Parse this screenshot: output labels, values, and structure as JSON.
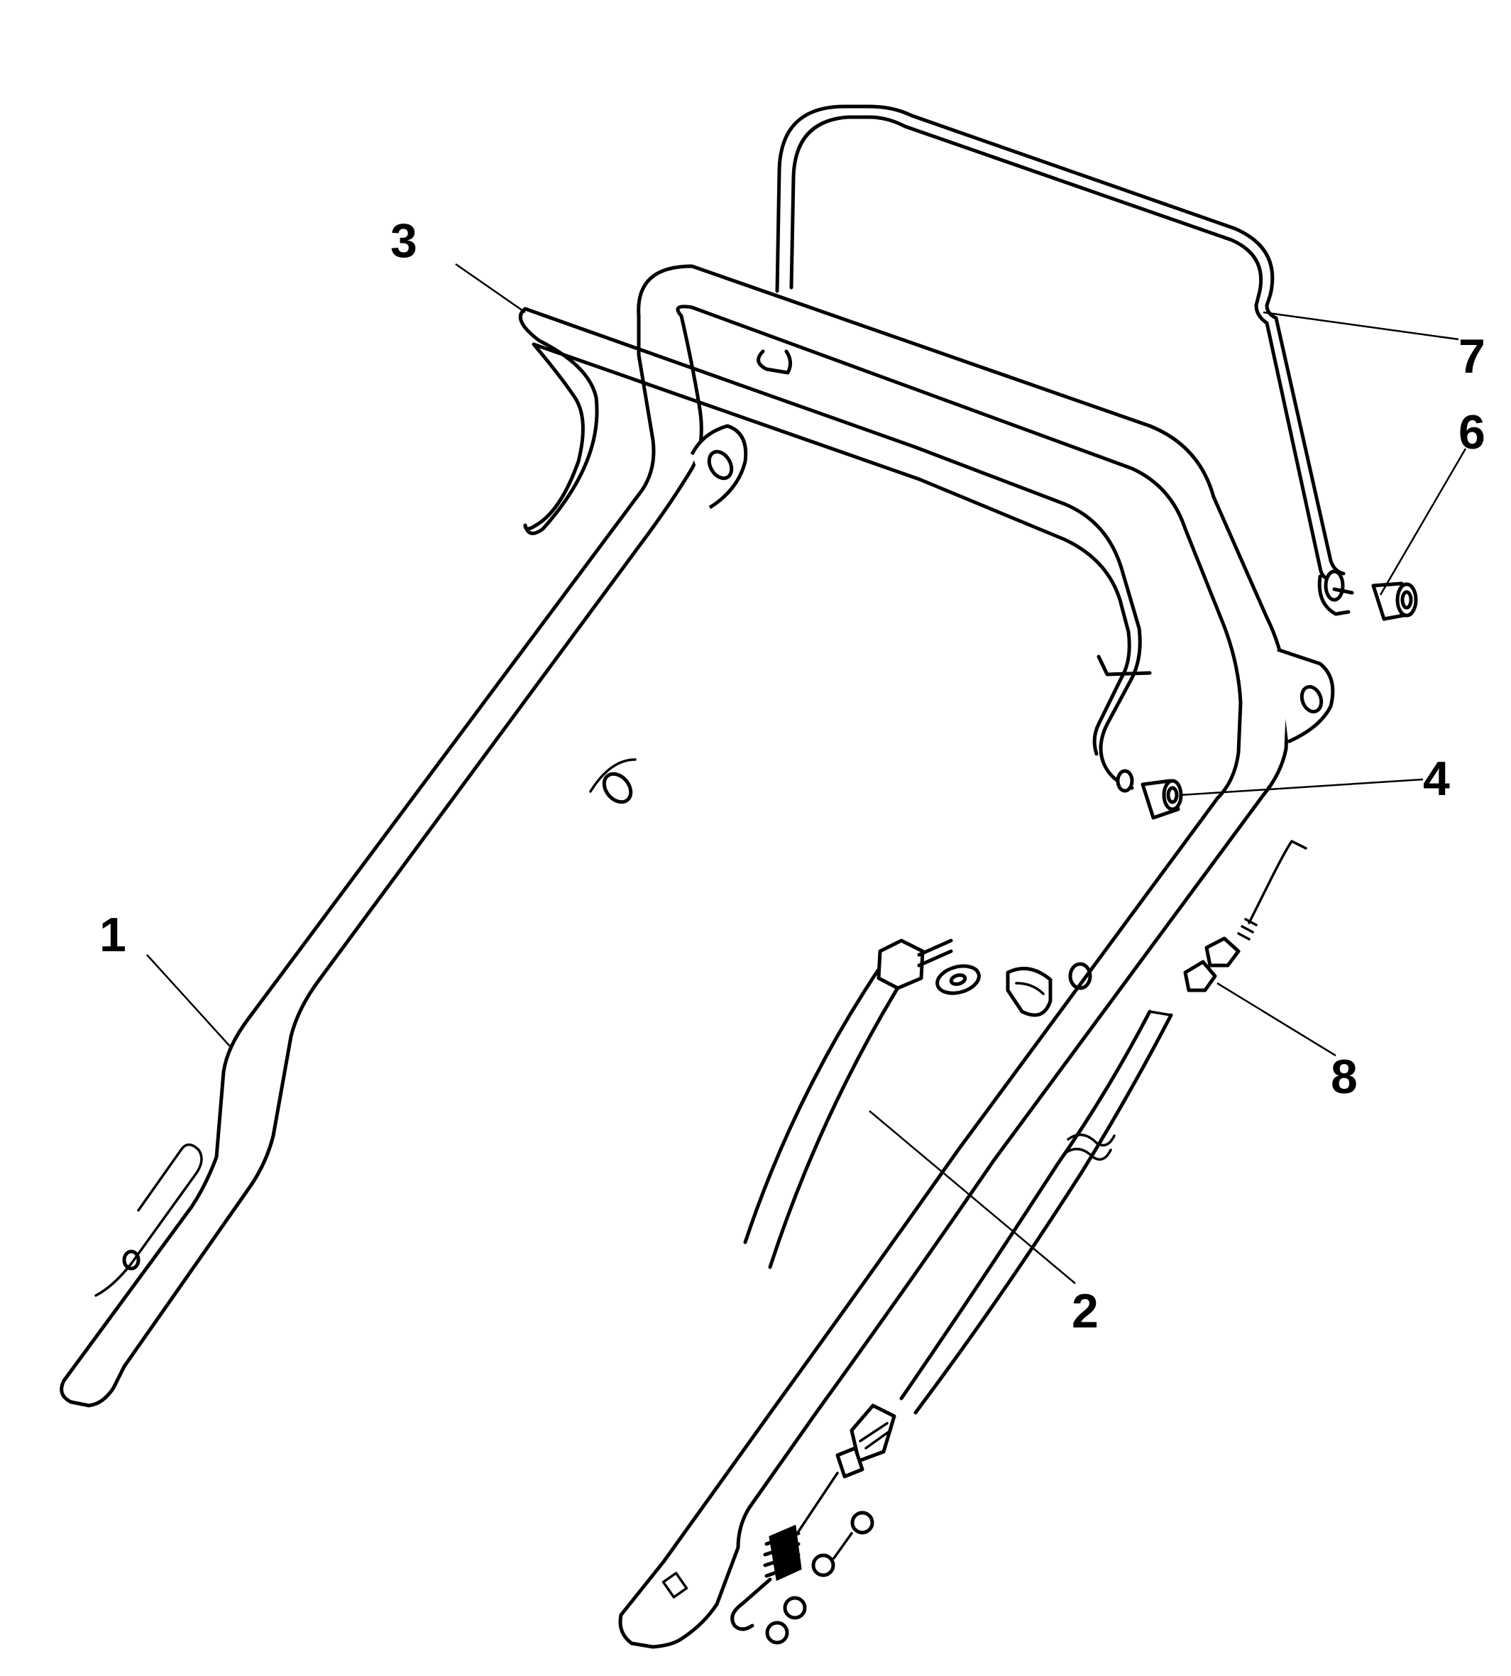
{
  "diagram": {
    "callouts": [
      {
        "id": "1",
        "label": "1"
      },
      {
        "id": "2",
        "label": "2"
      },
      {
        "id": "3",
        "label": "3"
      },
      {
        "id": "4",
        "label": "4"
      },
      {
        "id": "6",
        "label": "6"
      },
      {
        "id": "7",
        "label": "7"
      },
      {
        "id": "8",
        "label": "8"
      }
    ]
  }
}
